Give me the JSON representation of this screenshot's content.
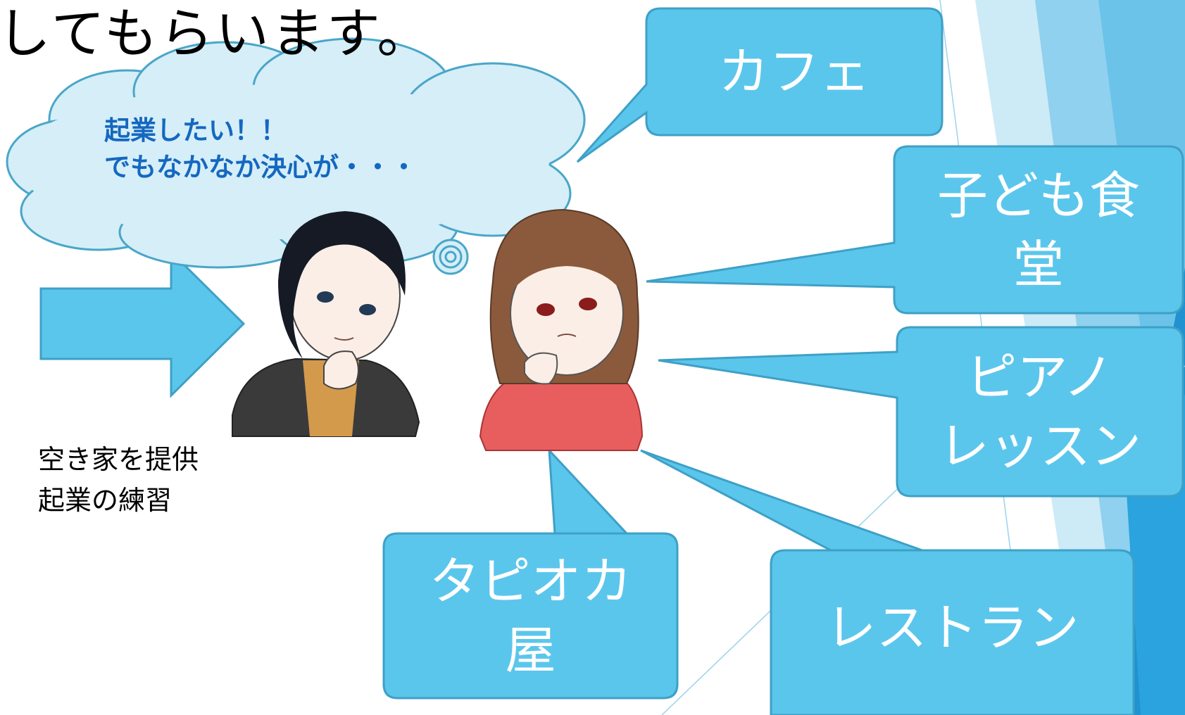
{
  "heading": "してもらいます。",
  "thought_bubble": "起業したい！！\nでもなかなか決心が・・・",
  "note": "空き家を提供\n起業の練習",
  "ideas": {
    "cafe": "カフェ",
    "kids_cafeteria": "子ども食\n堂",
    "piano": "ピアノ\nレッスン",
    "tapioca": "タピオカ\n屋",
    "restaurant": "レストラン"
  },
  "colors": {
    "callout_fill": "#5bc6ec",
    "callout_stroke": "#3fa0c6",
    "cloud_fill": "#d5eef8",
    "cloud_stroke": "#4aa6c8",
    "bubble_text": "#1468bf",
    "accent_dark": "#1f92cf"
  }
}
